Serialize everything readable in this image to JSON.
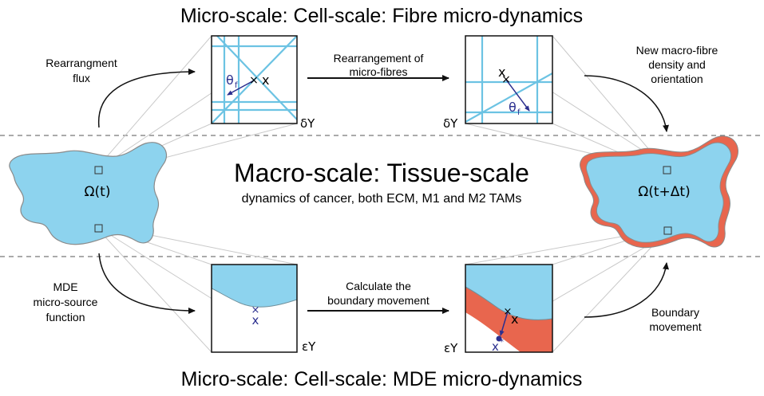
{
  "titles": {
    "top": "Micro-scale: Cell-scale: Fibre micro-dynamics",
    "bottom": "Micro-scale: Cell-scale: MDE micro-dynamics"
  },
  "macro": {
    "title": "Macro-scale: Tissue-scale",
    "subtitle": "dynamics of cancer, both ECM, M1 and M2 TAMs"
  },
  "domains": {
    "left_label": "Ω(t)",
    "right_label": "Ω(t+Δt)"
  },
  "arrows": {
    "rearrangement_flux": [
      "Rearrangment",
      "flux"
    ],
    "rearrangement_of_fibres": [
      "Rearrangement of",
      "micro-fibres"
    ],
    "new_macro_fibre": [
      "New macro-fibre",
      "density and",
      "orientation"
    ],
    "mde_source": [
      "MDE",
      "micro-source",
      "function"
    ],
    "calculate_boundary": [
      "Calculate the",
      "boundary movement"
    ],
    "boundary_movement": [
      "Boundary",
      "movement"
    ]
  },
  "cells": {
    "fibre_left": {
      "point": "x",
      "angle": "θ",
      "angle_sub": "f",
      "cell": "δY"
    },
    "fibre_right": {
      "point": "x",
      "angle": "θ",
      "angle_sub": "f",
      "cell": "δY"
    },
    "mde_left": {
      "point": "x",
      "cell": "εY"
    },
    "mde_right": {
      "point": "x",
      "moved_point": "x",
      "moved_sup": "*",
      "cell": "εY"
    }
  },
  "colors": {
    "tissue": "#8dd3ee",
    "fibre": "#6cc3e3",
    "growth": "#e8664e",
    "point": "#2b2f8f",
    "outline": "#707070"
  }
}
